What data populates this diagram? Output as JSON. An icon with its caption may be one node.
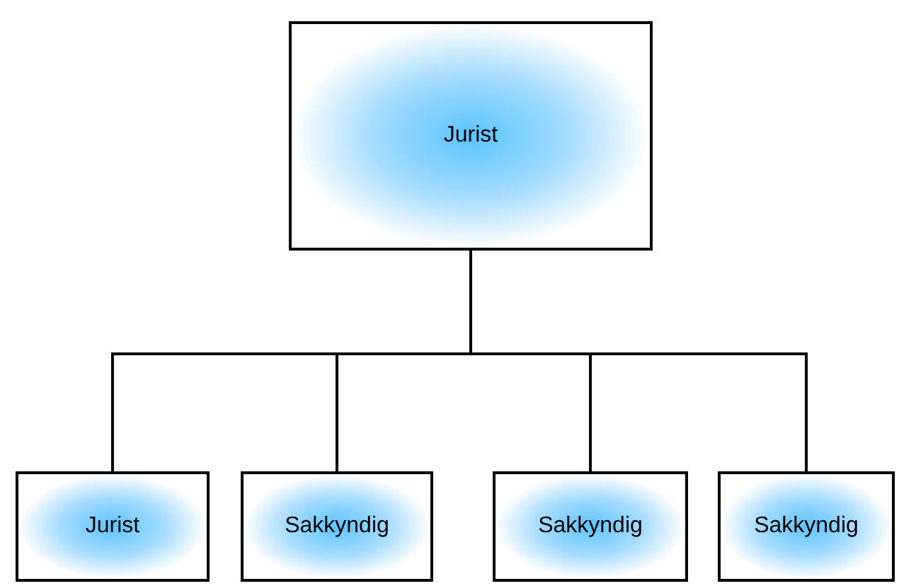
{
  "diagram": {
    "nodes": [
      {
        "text": [
          "Jurist"
        ]
      },
      {
        "text": [
          "Jurist"
        ]
      },
      {
        "text": [
          "Sakkyndig"
        ]
      },
      {
        "text": [
          "Sakkyndig"
        ]
      },
      {
        "text": [
          "Sakkyndig"
        ]
      }
    ],
    "edges": [
      {
        "from": 0,
        "to": 1,
        "arrow": "none"
      },
      {
        "from": 0,
        "to": 2,
        "arrow": "none"
      },
      {
        "from": 0,
        "to": 3,
        "arrow": "none"
      },
      {
        "from": 0,
        "to": 4,
        "arrow": "none"
      }
    ]
  }
}
